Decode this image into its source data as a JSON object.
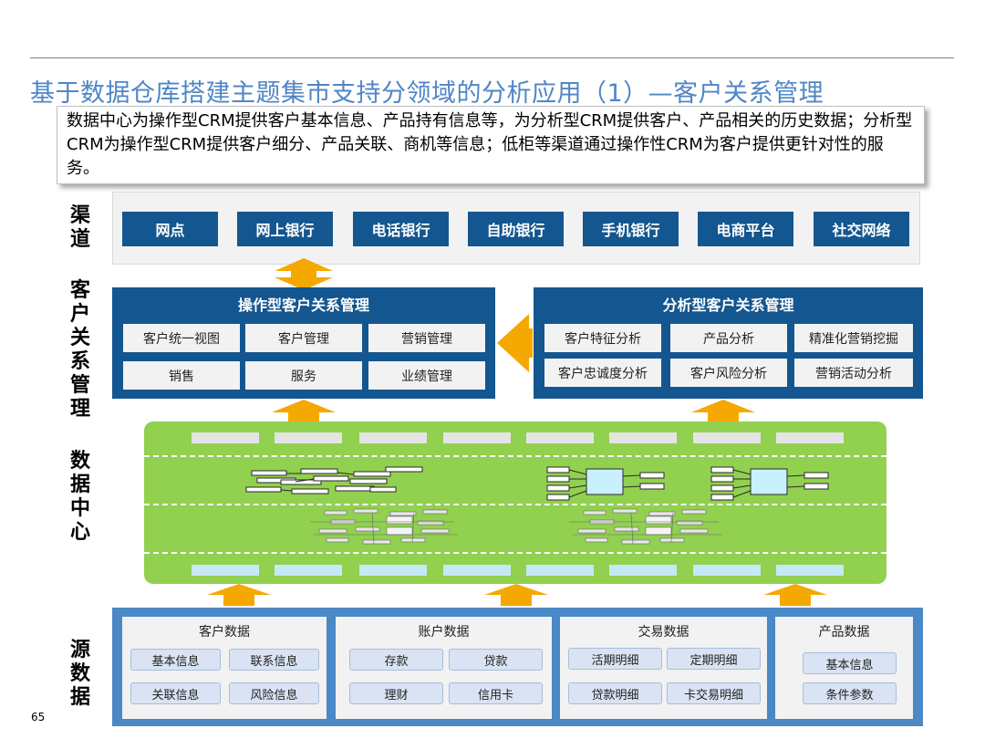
{
  "title": "基于数据仓库搭建主题集市支持分领域的分析应用（1）—客户关系管理",
  "description": "数据中心为操作型CRM提供客户基本信息、产品持有信息等，为分析型CRM提供客户、产品相关的历史数据；分析型CRM为操作型CRM提供客户细分、产品关联、商机等信息；低柜等渠道通过操作性CRM为客户提供更针对性的服务。",
  "side_labels": {
    "channels": "渠道",
    "crm": "客户关系管理",
    "data_center": "数据中心",
    "sources": "源数据"
  },
  "channels": [
    "网点",
    "网上银行",
    "电话银行",
    "自助银行",
    "手机银行",
    "电商平台",
    "社交网络"
  ],
  "operational_crm": {
    "title": "操作型客户关系管理",
    "items": [
      "客户统一视图",
      "客户管理",
      "营销管理",
      "销售",
      "服务",
      "业绩管理"
    ]
  },
  "analytical_crm": {
    "title": "分析型客户关系管理",
    "items": [
      "客户特征分析",
      "产品分析",
      "精准化营销挖掘",
      "客户忠诚度分析",
      "客户风险分析",
      "营销活动分析"
    ]
  },
  "source_groups": [
    {
      "title": "客户数据",
      "items": [
        "基本信息",
        "联系信息",
        "关联信息",
        "风险信息"
      ]
    },
    {
      "title": "账户数据",
      "items": [
        "存款",
        "贷款",
        "理财",
        "信用卡"
      ]
    },
    {
      "title": "交易数据",
      "items": [
        "活期明细",
        "定期明细",
        "贷款明细",
        "卡交易明细"
      ]
    },
    {
      "title": "产品数据",
      "items": [
        "基本信息",
        "条件参数"
      ]
    }
  ],
  "page_number": "65",
  "colors": {
    "title": "#4f86c6",
    "panel_dark": "#14568f",
    "source_blue": "#4a88c6",
    "data_center_green": "#92d050",
    "arrow_orange": "#f5a800",
    "pill_fill": "#dae3f3"
  }
}
